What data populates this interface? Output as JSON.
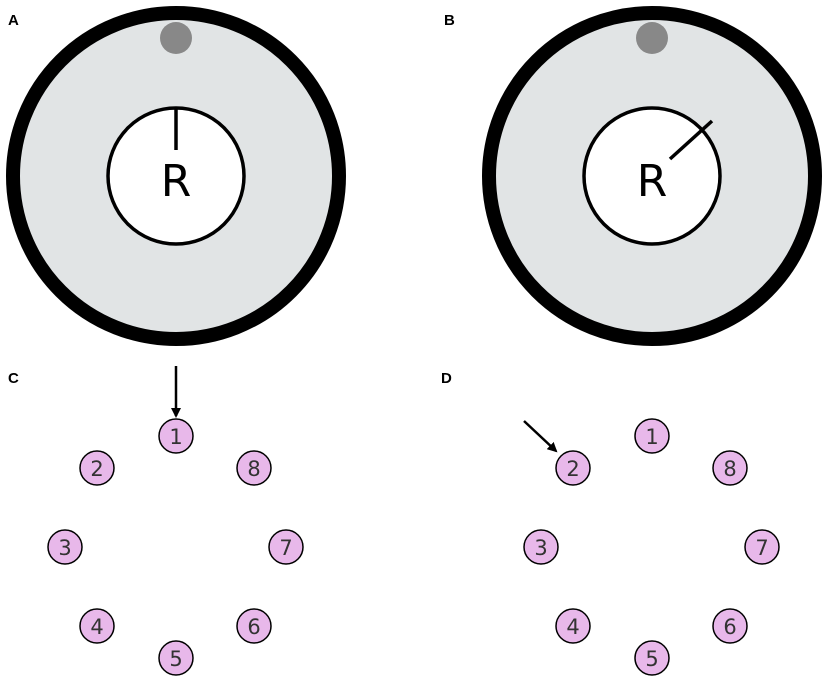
{
  "colors": {
    "ring": "#000000",
    "arena": "#e1e4e5",
    "center": "#ffffff",
    "marker": "#888888",
    "target_fill": "#e8b8ea",
    "target_stroke": "#000000",
    "arrow": "#000000"
  },
  "panels": {
    "a": {
      "label": "A",
      "center_label": "R",
      "radius_direction": "up"
    },
    "b": {
      "label": "B",
      "center_label": "R",
      "radius_direction": "up-right"
    },
    "c": {
      "label": "C",
      "arrow_target": "1"
    },
    "d": {
      "label": "D",
      "arrow_target": "2"
    }
  },
  "targets": [
    "1",
    "2",
    "3",
    "4",
    "5",
    "6",
    "7",
    "8"
  ],
  "icons": {
    "start_marker": "circle-marker-icon",
    "cue_arrow": "arrow-icon"
  }
}
